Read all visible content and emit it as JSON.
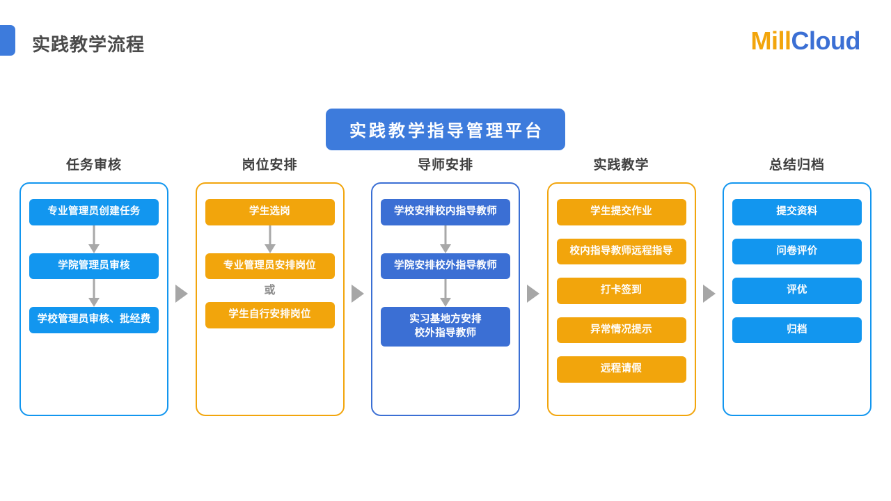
{
  "header": {
    "title": "实践教学流程",
    "logo_mill": "Mill",
    "logo_cloud": "Cloud",
    "accent_color": "#3d7bdc"
  },
  "banner": {
    "title": "实践教学指导管理平台",
    "background_color": "#3d7bdc",
    "text_color": "#ffffff"
  },
  "arrow_color": "#a6a6a6",
  "columns": [
    {
      "title": "任务审核",
      "accent_color": "#1296ef",
      "node_style": "azure",
      "nodes": [
        {
          "label": "专业管理员创建任务"
        },
        {
          "label": "学院管理员审核"
        },
        {
          "label": "学校管理员审核、批经费"
        }
      ]
    },
    {
      "title": "岗位安排",
      "accent_color": "#f2a50c",
      "node_style": "orange",
      "nodes": [
        {
          "label": "学生选岗"
        },
        {
          "label": "专业管理员安排岗位"
        },
        {
          "label": "或"
        },
        {
          "label": "学生自行安排岗位"
        }
      ]
    },
    {
      "title": "导师安排",
      "accent_color": "#3b6fd4",
      "node_style": "royal",
      "nodes": [
        {
          "label": "学校安排校内指导教师"
        },
        {
          "label": "学院安排校外指导教师"
        },
        {
          "label": "实习基地方安排\n校外指导教师"
        }
      ]
    },
    {
      "title": "实践教学",
      "accent_color": "#f2a50c",
      "node_style": "orange",
      "nodes": [
        {
          "label": "学生提交作业"
        },
        {
          "label": "校内指导教师远程指导"
        },
        {
          "label": "打卡签到"
        },
        {
          "label": "异常情况提示"
        },
        {
          "label": "远程请假"
        }
      ]
    },
    {
      "title": "总结归档",
      "accent_color": "#1296ef",
      "node_style": "azure",
      "nodes": [
        {
          "label": "提交资料"
        },
        {
          "label": "问卷评价"
        },
        {
          "label": "评优"
        },
        {
          "label": "归档"
        }
      ]
    }
  ]
}
